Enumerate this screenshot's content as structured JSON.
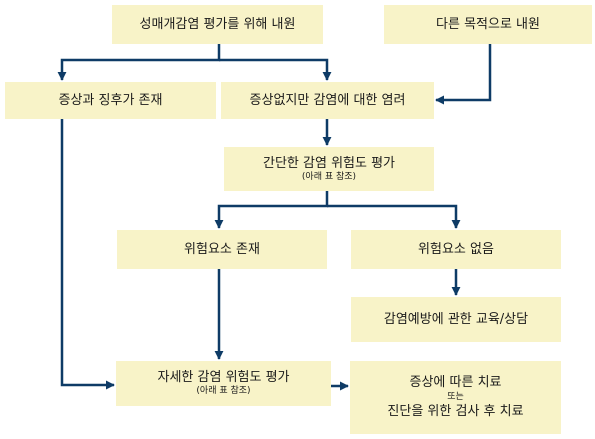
{
  "boxes": {
    "visit_sti_eval": "성매개감염 평가를 위해 내원",
    "visit_other": "다른 목적으로 내원",
    "symptoms_present": "증상과 징후가 존재",
    "asymptomatic_concern": "증상없지만 감염에 대한 염려",
    "brief_risk_eval": {
      "line1": "간단한 감염 위험도 평가",
      "line2": "(아래 표 참조)"
    },
    "risk_present": "위험요소 존재",
    "risk_absent": "위험요소 없음",
    "counseling": "감염예방에 관한 교육/상담",
    "detailed_risk_eval": {
      "line1": "자세한 감염 위험도 평가",
      "line2": "(아래 표 참조)"
    },
    "treatment": {
      "line1": "증상에 따른 치료",
      "line2": "또는",
      "line3": "진단을 위한 검사 후 치료"
    }
  },
  "colors": {
    "box_fill": "#f8f3c8",
    "arrow": "#0e3b66",
    "text": "#1a1a1a"
  }
}
